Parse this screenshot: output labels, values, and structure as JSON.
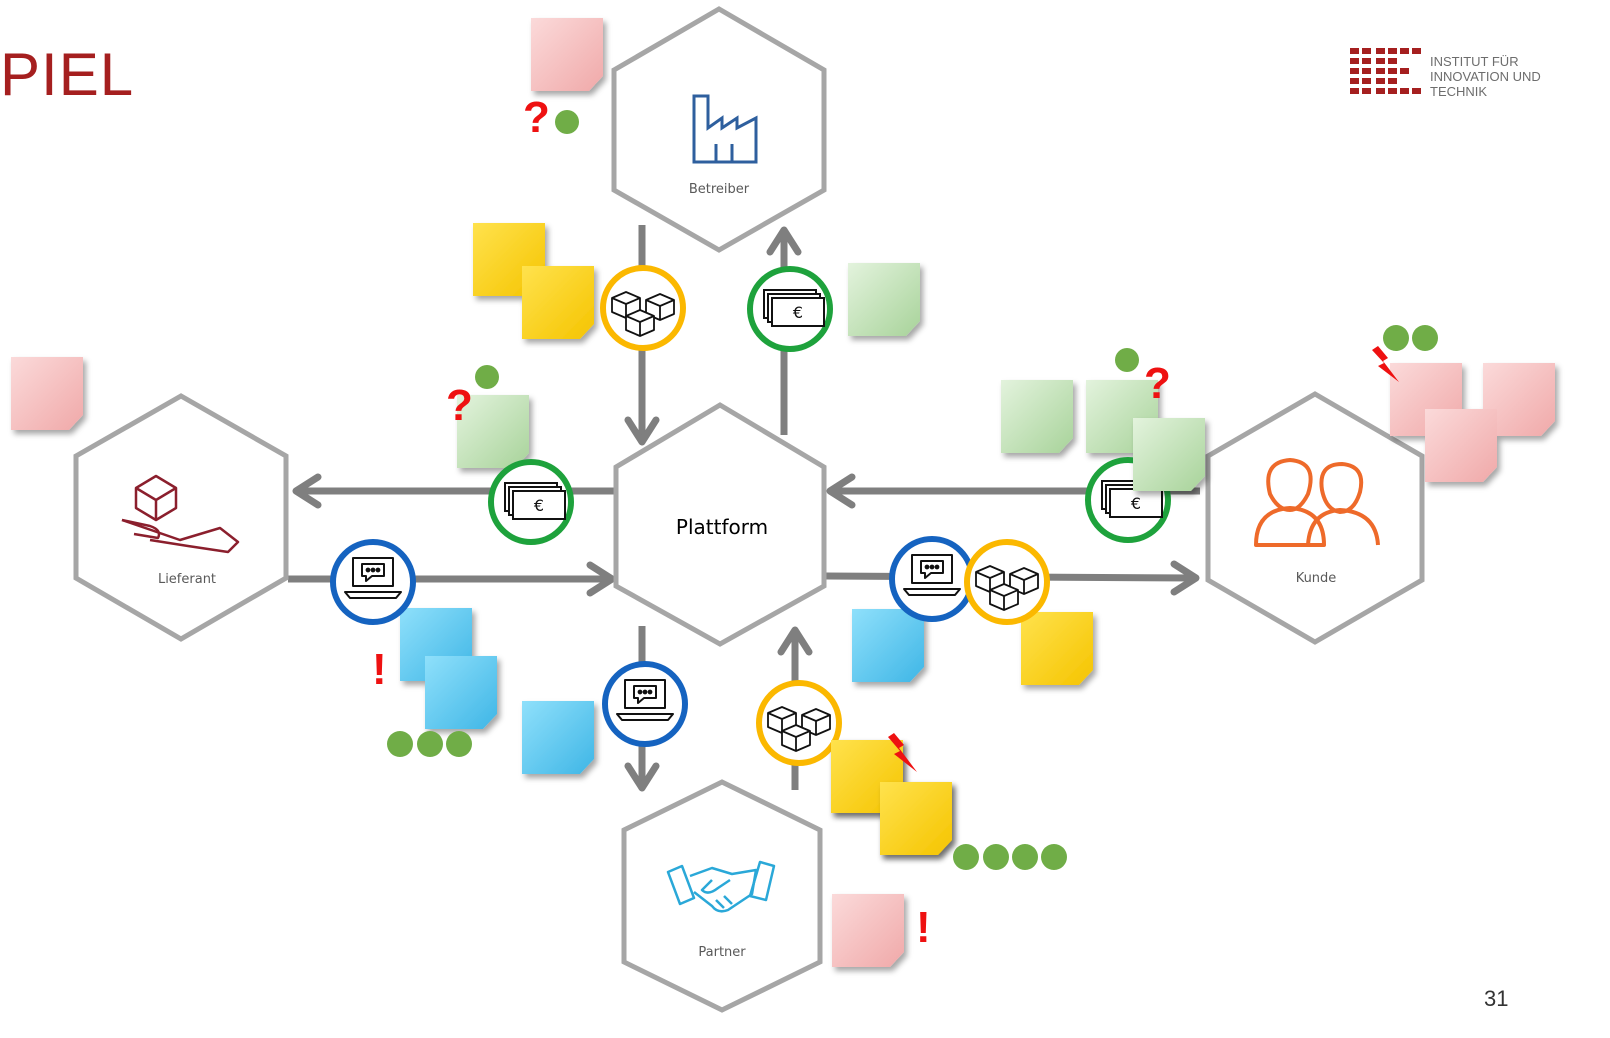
{
  "slide": {
    "title": "PIEL",
    "page_number": "31",
    "logo_lines": [
      "INSTITUT FÜR",
      "INNOVATION UND",
      "TECHNIK"
    ]
  },
  "nodes": {
    "center": "Plattform",
    "top": "Betreiber",
    "left": "Lieferant",
    "right": "Kunde",
    "bottom": "Partner"
  },
  "flow_icons": {
    "goods": "boxes-icon",
    "money": "euro-banknote-icon",
    "information": "laptop-chat-icon"
  },
  "colors": {
    "goods_ring": "#fbb800",
    "money_ring": "#1ea23c",
    "info_ring": "#1563c0",
    "note_yellow": "#ffd600",
    "note_green": "#c6e6bf",
    "note_blue": "#5cc8ee",
    "note_red": "#f6c2c2",
    "dot_green": "#70ad47",
    "mark_red": "#ee1111"
  },
  "marks": {
    "question": "?",
    "exclamation": "!"
  }
}
